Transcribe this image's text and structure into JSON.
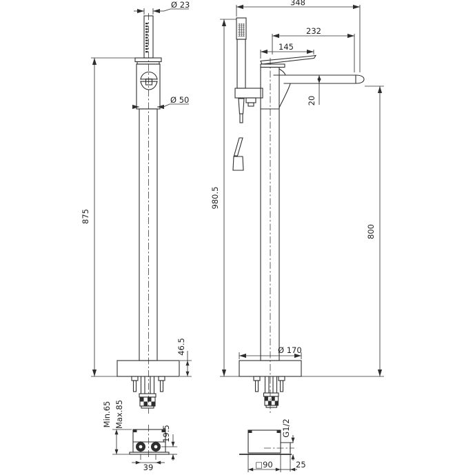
{
  "drawing": {
    "type": "technical-installation-diagram",
    "subject": "freestanding bathtub mixer with hand shower",
    "line_color": "#2e2e2e",
    "background_color": "#ffffff",
    "labels": {
      "dia23": "Ø 23",
      "dia50": "Ø 50",
      "h875": "875",
      "h46_5": "46.5",
      "w348": "348",
      "w232": "232",
      "w145": "145",
      "t20": "20",
      "h980_5": "980.5",
      "h800": "800",
      "dia170": "Ø 170",
      "min65": "Min.65",
      "max85": "Max.85",
      "d19_5": "19.5",
      "d39": "39",
      "g12": "G1/2",
      "sq90": "□90",
      "d25": "25"
    }
  }
}
